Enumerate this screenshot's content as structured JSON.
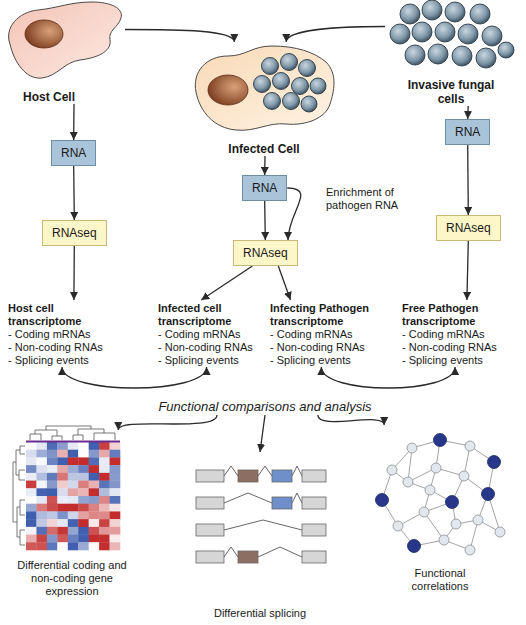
{
  "diagram": {
    "nodes": [
      {
        "text": [
          "Host Cell"
        ]
      },
      {
        "text": [
          "Infected Cell"
        ]
      },
      {
        "text": [
          "Invasive fungal cells"
        ]
      },
      {
        "text": [
          "RNA"
        ]
      },
      {
        "text": [
          "RNA"
        ]
      },
      {
        "text": [
          "RNA"
        ]
      },
      {
        "text": [
          "RNAseq"
        ]
      },
      {
        "text": [
          "RNAseq"
        ]
      },
      {
        "text": [
          "RNAseq"
        ]
      },
      {
        "text": [
          "Host cell transcriptome",
          "- Coding mRNAs",
          "- Non-coding RNAs",
          "- Splicing events"
        ]
      },
      {
        "text": [
          "Infected cell transcriptome",
          "- Coding mRNAs",
          "- Non-coding RNAs",
          "- Splicing events"
        ]
      },
      {
        "text": [
          "Infecting Pathogen transcriptome",
          "- Coding mRNAs",
          "- Non-coding RNAs",
          "- Splicing events"
        ]
      },
      {
        "text": [
          "Free Pathogen transcriptome",
          "- Coding mRNAs",
          "- Non-coding RNAs",
          "- Splicing events"
        ]
      },
      {
        "text": [
          "Functional comparisons and analysis"
        ]
      },
      {
        "text": [
          "Differential coding and non-coding gene expression"
        ]
      },
      {
        "text": [
          "Differential splicing"
        ]
      },
      {
        "text": [
          "Functional correlations"
        ]
      }
    ],
    "edges": [
      {
        "from": 0,
        "to": 1,
        "arrow": "to"
      },
      {
        "from": 2,
        "to": 1,
        "arrow": "to"
      },
      {
        "from": 0,
        "to": 3,
        "arrow": "to"
      },
      {
        "from": 1,
        "to": 4,
        "arrow": "to"
      },
      {
        "from": 2,
        "to": 5,
        "arrow": "to"
      },
      {
        "from": 3,
        "to": 6,
        "arrow": "to"
      },
      {
        "from": 4,
        "to": 7,
        "arrow": "to"
      },
      {
        "from": 4,
        "to": 7,
        "label": "Enrichment of pathogen RNA",
        "arrow": "to"
      },
      {
        "from": 5,
        "to": 8,
        "arrow": "to"
      },
      {
        "from": 6,
        "to": 9,
        "arrow": "to"
      },
      {
        "from": 7,
        "to": 10,
        "arrow": "to"
      },
      {
        "from": 7,
        "to": 11,
        "arrow": "to"
      },
      {
        "from": 8,
        "to": 12,
        "arrow": "to"
      },
      {
        "from": 9,
        "to": 10,
        "arrow": "both"
      },
      {
        "from": 11,
        "to": 12,
        "arrow": "both"
      },
      {
        "from": 13,
        "to": 14,
        "arrow": "to"
      },
      {
        "from": 13,
        "to": 15,
        "arrow": "to"
      },
      {
        "from": 13,
        "to": 16,
        "arrow": "to"
      }
    ]
  }
}
